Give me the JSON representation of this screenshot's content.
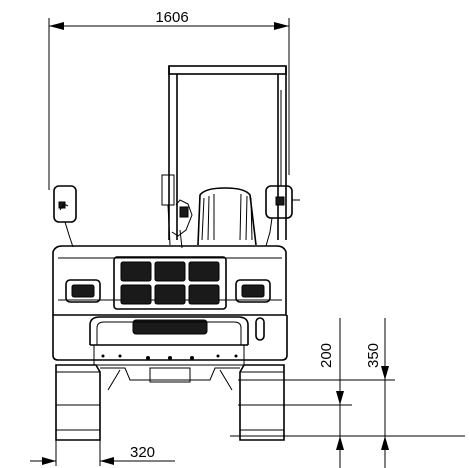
{
  "dimensions": {
    "overall_width": "1606",
    "track_width": "320",
    "clearance_low": "200",
    "clearance_high": "350"
  },
  "colors": {
    "line": "#000000",
    "background": "#ffffff",
    "panel_fill": "#1a1a1a"
  }
}
